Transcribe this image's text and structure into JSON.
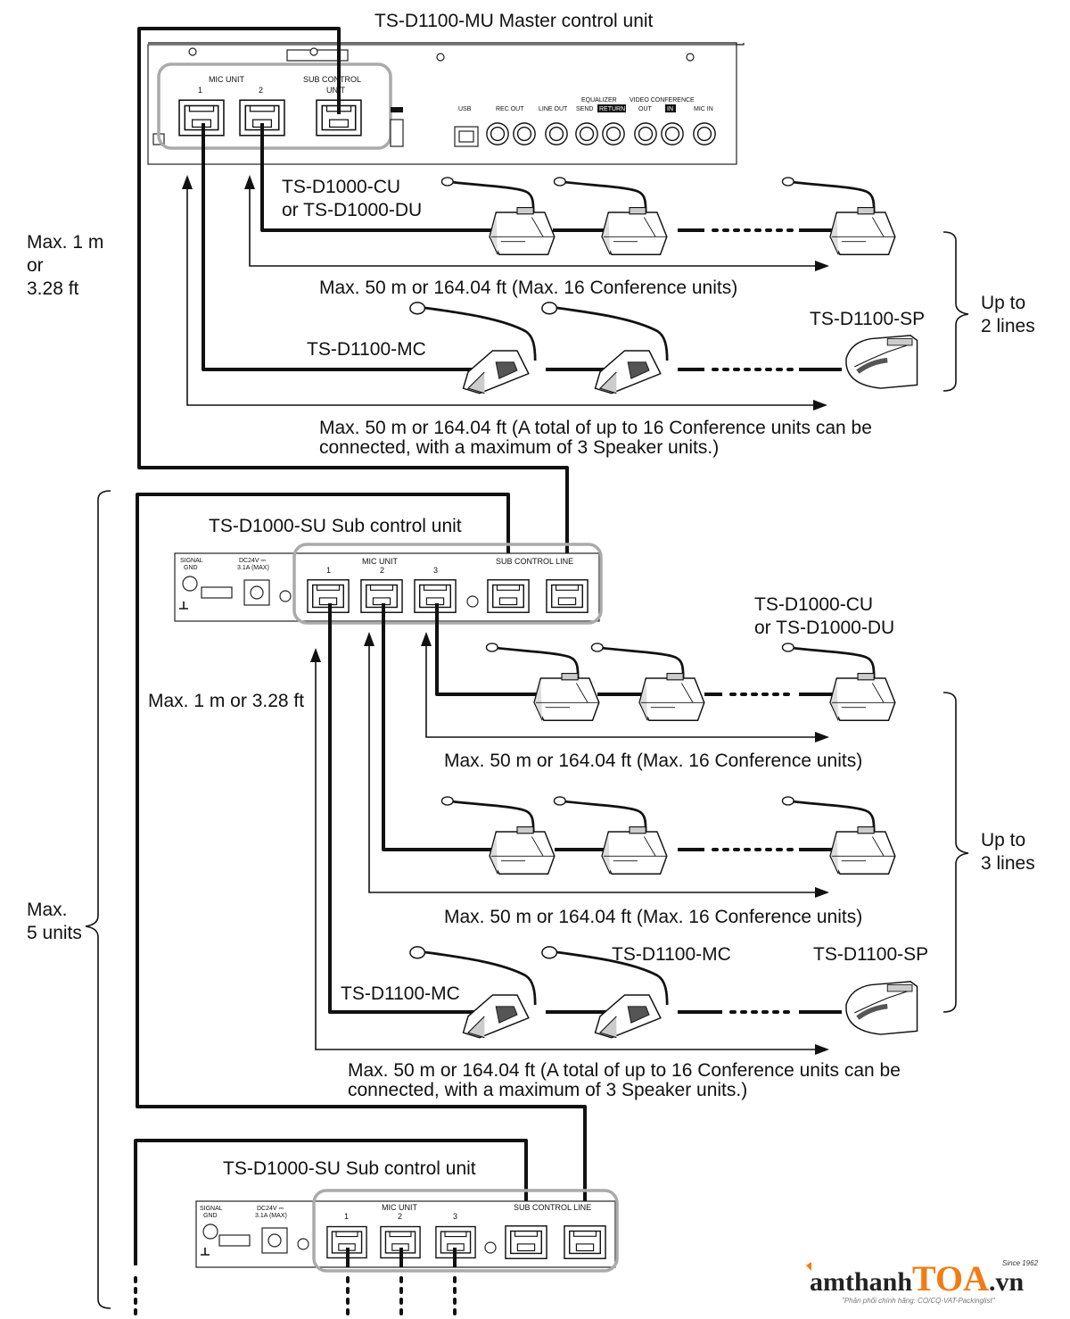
{
  "master": {
    "title": "TS-D1100-MU  Master control unit",
    "mic_unit": "MIC UNIT",
    "port1": "1",
    "port2": "2",
    "sub_control_unit_line1": "SUB CONTROL",
    "sub_control_unit_line2": "UNIT",
    "usb": "USB",
    "rec_out": "REC OUT",
    "line_out": "LINE OUT",
    "equalizer": "EQUALIZER",
    "send": "SEND",
    "return": "RETURN",
    "video_conference": "VIDEO CONFERENCE",
    "out": "OUT",
    "in": "IN",
    "mic_in": "MIC IN"
  },
  "labels": {
    "cu_du_1": "TS-D1000-CU",
    "cu_du_2": "or TS-D1000-DU",
    "max1m_1": "Max. 1 m",
    "max1m_2": "or",
    "max1m_3": "3.28 ft",
    "max50_16": "Max. 50 m or 164.04 ft (Max. 16 Conference units)",
    "mc": "TS-D1100-MC",
    "sp": "TS-D1100-SP",
    "upto2_1": "Up to",
    "upto2_2": "2 lines",
    "total_1": "Max. 50 m or 164.04 ft (A total of up to 16 Conference units can be",
    "total_2": "connected, with a maximum of 3 Speaker units.)",
    "su_title": "TS-D1000-SU  Sub control unit",
    "max1m_single": "Max. 1 m or 3.28 ft",
    "upto3_1": "Up to",
    "upto3_2": "3 lines",
    "max5_1": "Max.",
    "max5_2": "5 units"
  },
  "sub": {
    "signal": "SIGNAL",
    "gnd": "GND",
    "dc": "DC24V ⎓",
    "amp": "3.1A (MAX)",
    "mic_unit": "MIC UNIT",
    "p1": "1",
    "p2": "2",
    "p3": "3",
    "sub_control_line": "SUB CONTROL LINE"
  },
  "brand": {
    "part1": "amthanh",
    "part2": "TOA",
    "part3": ".vn",
    "since": "Since 1962",
    "tagline": "\"Phân phối chính hãng: CO/CQ-VAT-Packinglist\""
  }
}
